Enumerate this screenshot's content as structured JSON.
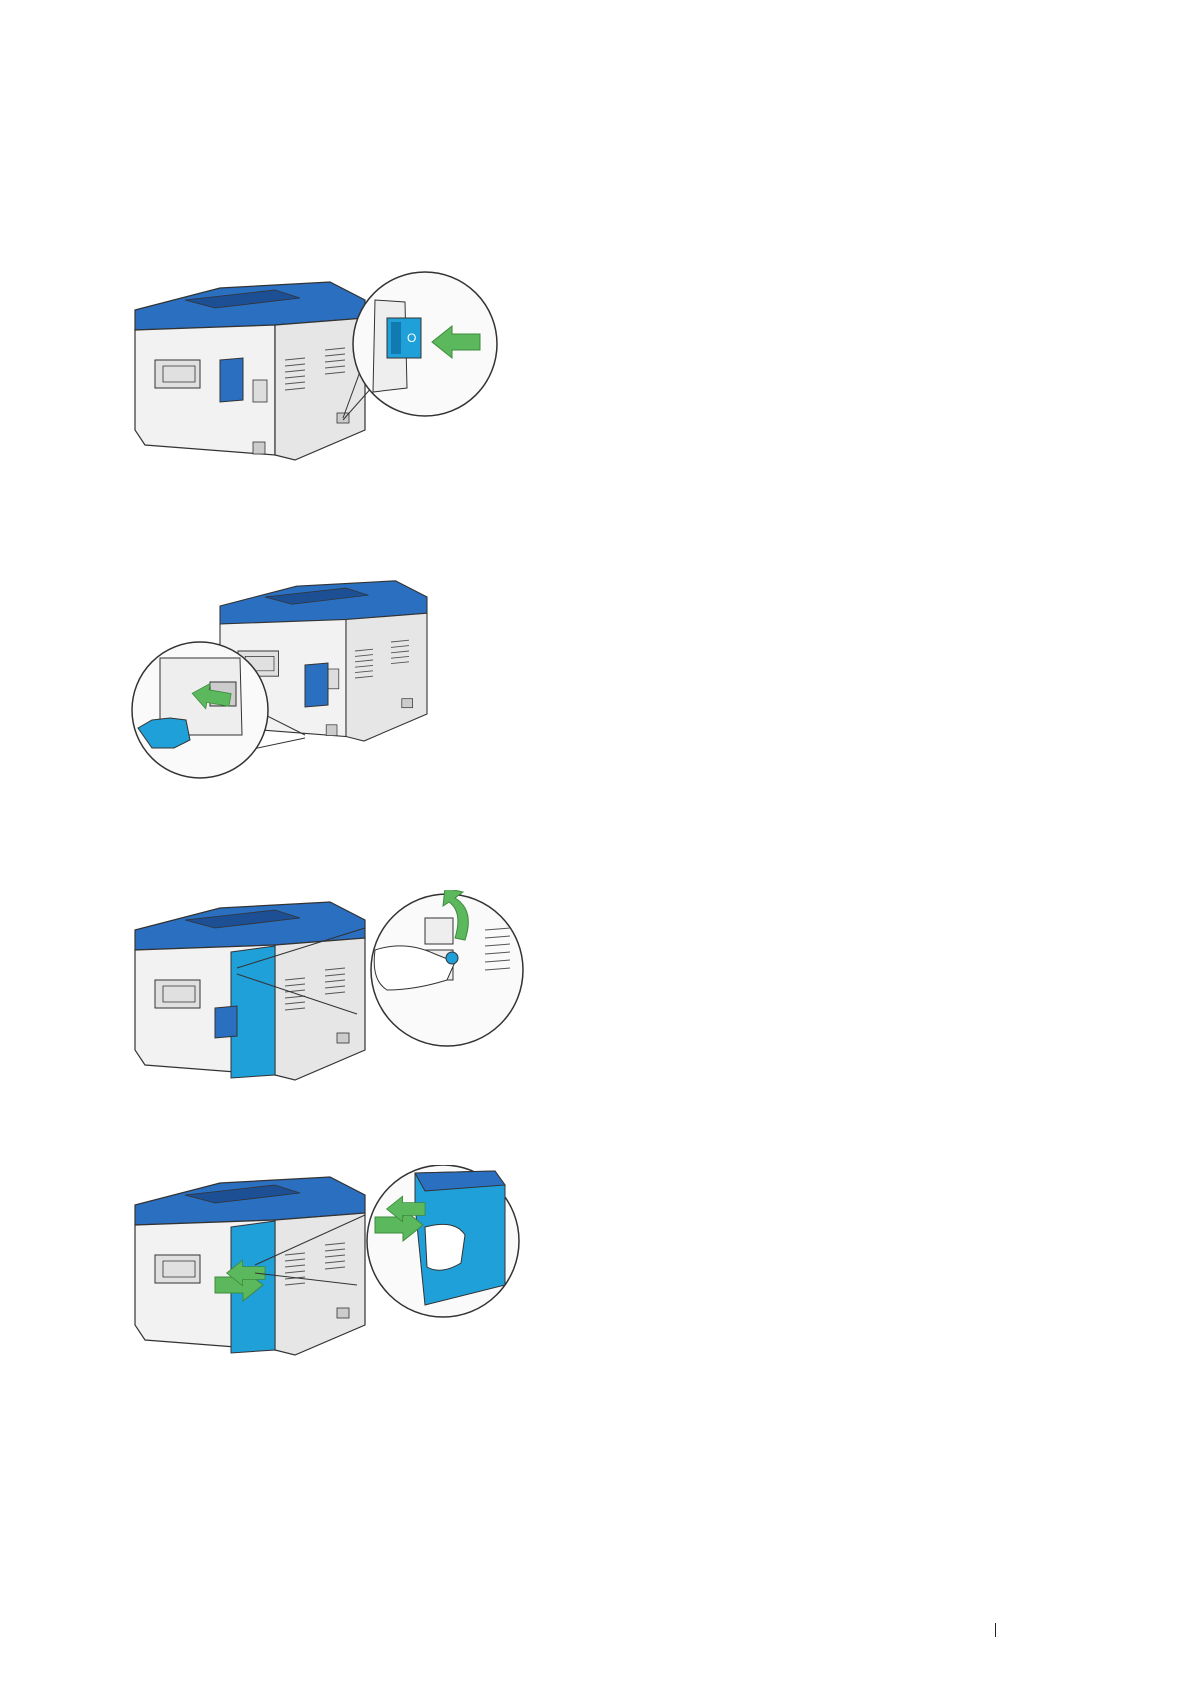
{
  "page": {
    "figures": [
      {
        "id": "turn-off-power-switch",
        "callout_switch_symbol": "O"
      },
      {
        "id": "unplug-power-cord"
      },
      {
        "id": "disconnect-cables"
      },
      {
        "id": "remove-side-cover"
      }
    ],
    "footer": {
      "page_number": ""
    }
  },
  "colors": {
    "printer_blue": "#2a6fc0",
    "printer_blue_dark": "#1d4f94",
    "part_blue": "#1fa0d8",
    "arrow_green": "#5cb85c",
    "body_gray": "#f0f0f0",
    "line": "#333333"
  }
}
